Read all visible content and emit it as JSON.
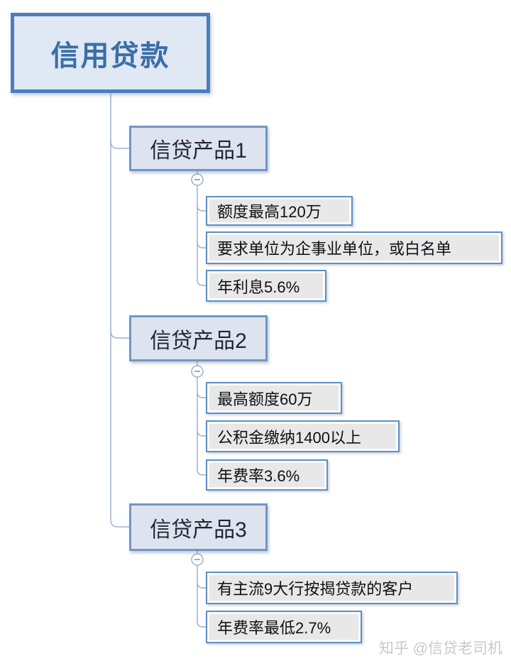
{
  "root": {
    "label": "信用贷款"
  },
  "branches": [
    {
      "label": "信贷产品1",
      "children": [
        "额度最高120万",
        "要求单位为企事业单位，或白名单",
        "年利息5.6%"
      ]
    },
    {
      "label": "信贷产品2",
      "children": [
        "最高额度60万",
        "公积金缴纳1400以上",
        "年费率3.6%"
      ]
    },
    {
      "label": "信贷产品3",
      "children": [
        "有主流9大行按揭贷款的客户",
        "年费率最低2.7%"
      ]
    }
  ],
  "icons": {
    "collapse_toggle": "minus-in-circle"
  },
  "watermark": "知乎 @信贷老司机",
  "colors": {
    "root_border": "#4a7ebd",
    "root_fill": "#dfe8f3",
    "root_text": "#3a6ea8",
    "branch_border": "#7296c5",
    "branch_fill": "#dde4ef",
    "branch_text": "#232632",
    "leaf_border": "#5d8fc6",
    "leaf_fill": "#e8e8e9",
    "leaf_text": "#101014",
    "connector": "#9db2ce",
    "watermark_text": "#c9c9c9"
  }
}
